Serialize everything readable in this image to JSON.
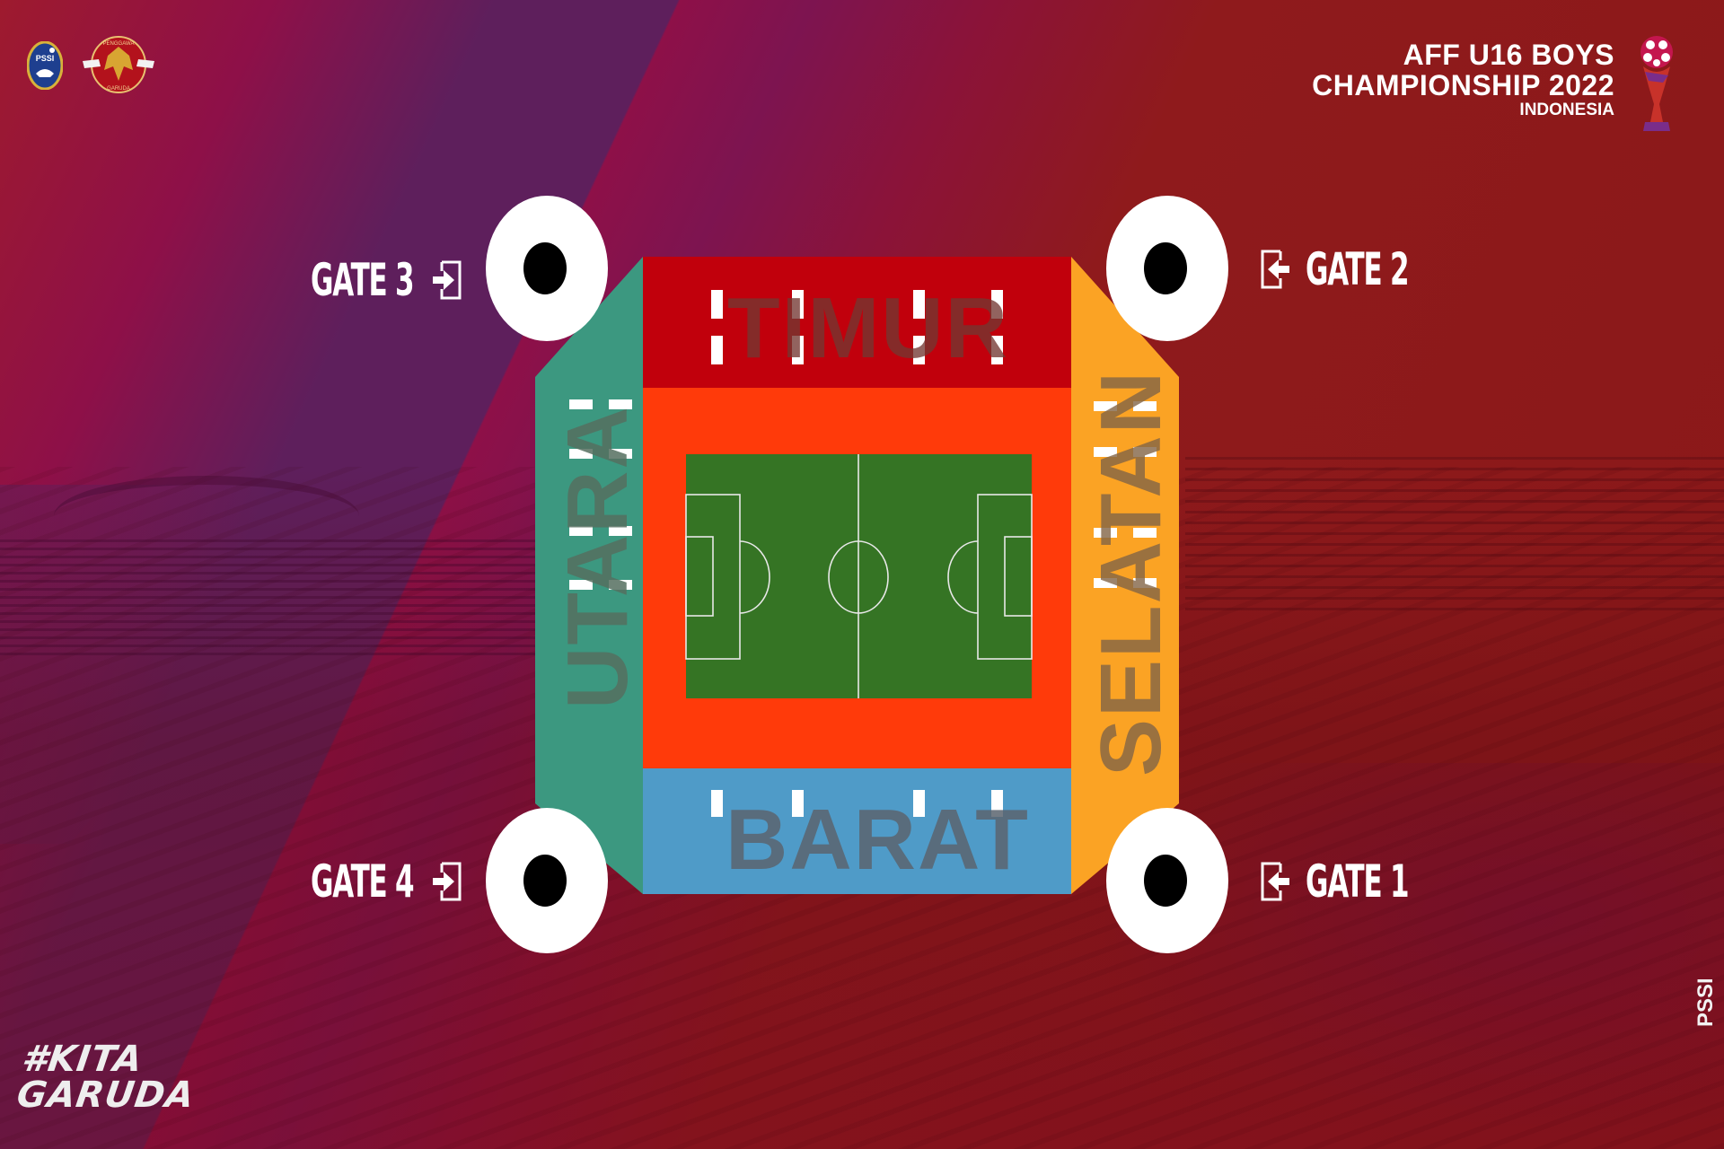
{
  "header": {
    "title_line1": "AFF U16 BOYS",
    "title_line2": "CHAMPIONSHIP 2022",
    "title_line3": "INDONESIA",
    "logos": [
      "pssi-logo",
      "garuda-logo",
      "aff-trophy-logo"
    ]
  },
  "map": {
    "type": "stadium-seating-map",
    "stands": [
      {
        "id": "timur",
        "label": "TIMUR",
        "position": "top",
        "color": "#c1000c"
      },
      {
        "id": "barat",
        "label": "BARAT",
        "position": "bottom",
        "color": "#4f9bc8"
      },
      {
        "id": "utara",
        "label": "UTARA",
        "position": "left",
        "color": "#3c9880"
      },
      {
        "id": "selatan",
        "label": "SELATAN",
        "position": "right",
        "color": "#fba324"
      }
    ],
    "track_color": "#ff3a0a",
    "pitch_color": "#357424",
    "gates": [
      {
        "id": "gate3",
        "label": "GATE 3",
        "position": "top-left",
        "icon": "enter-icon"
      },
      {
        "id": "gate2",
        "label": "GATE 2",
        "position": "top-right",
        "icon": "enter-icon"
      },
      {
        "id": "gate4",
        "label": "GATE 4",
        "position": "bottom-left",
        "icon": "enter-icon"
      },
      {
        "id": "gate1",
        "label": "GATE 1",
        "position": "bottom-right",
        "icon": "enter-icon"
      }
    ]
  },
  "footer": {
    "hashtag_line1": "#KITA",
    "hashtag_line2": "GARUDA",
    "brand_mark": "PSSI"
  },
  "colors": {
    "background_red": "#8c1818",
    "background_purple": "#5e1f5c",
    "gate_circle": "#ffffff",
    "gate_dot": "#000000"
  }
}
